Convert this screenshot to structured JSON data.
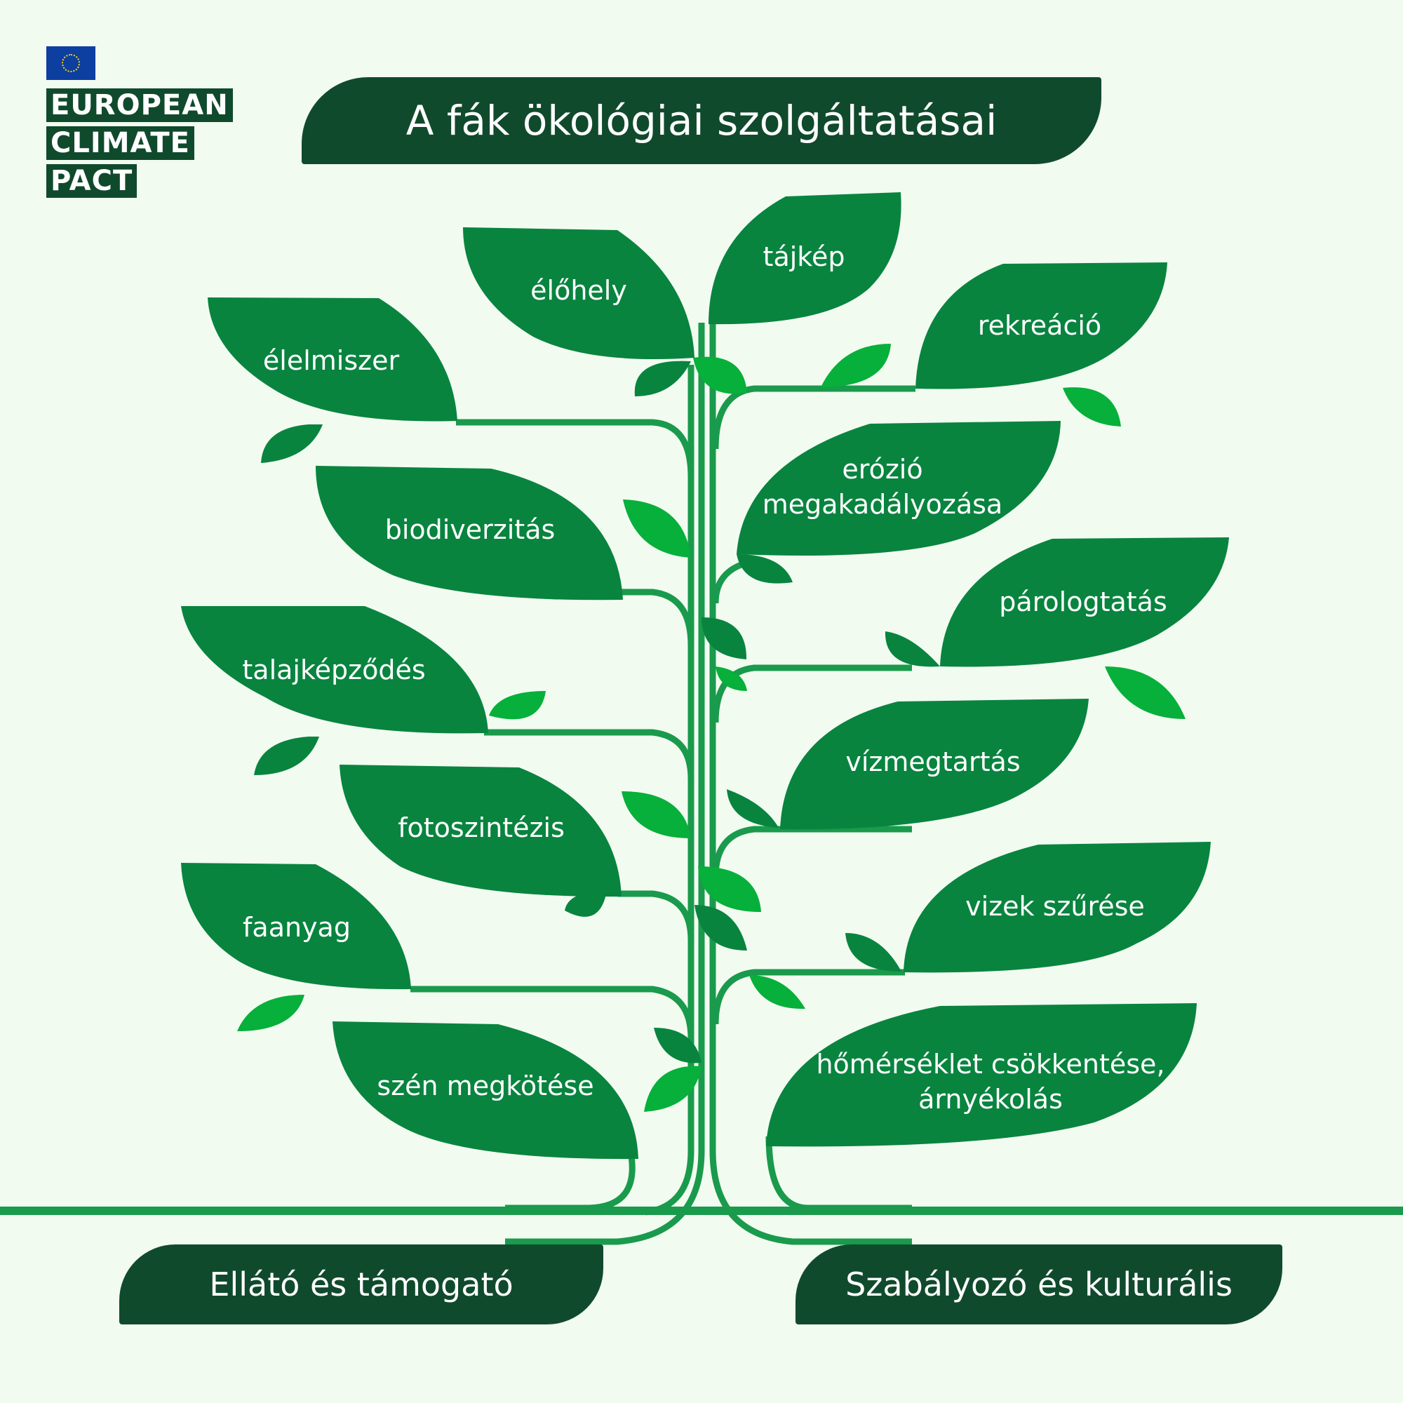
{
  "title": "A fák ökológiai szolgáltatásai",
  "logo": {
    "lines": [
      "EUROPEAN",
      "CLIMATE",
      "PACT"
    ],
    "flag": "eu-flag-icon"
  },
  "categories": {
    "left": "Ellátó és támogató",
    "right": "Szabályozó és kulturális"
  },
  "services_left": [
    "élőhely",
    "élelmiszer",
    "biodiverzitás",
    "talajképződés",
    "fotoszintézis",
    "faanyag",
    "szén megkötése"
  ],
  "services_right": [
    "tájkép",
    "rekreáció",
    "erózió\nmegakadályozása",
    "párologtatás",
    "vízmegtartás",
    "vizek szűrése",
    "hőmérséklet csökkentése,\nárnyékolás"
  ],
  "colors": {
    "background": "#f2fbf0",
    "dark": "#104a2c",
    "leaf": "#08843f",
    "leaf_light": "#06b03a",
    "stem": "#1a9a4c"
  }
}
